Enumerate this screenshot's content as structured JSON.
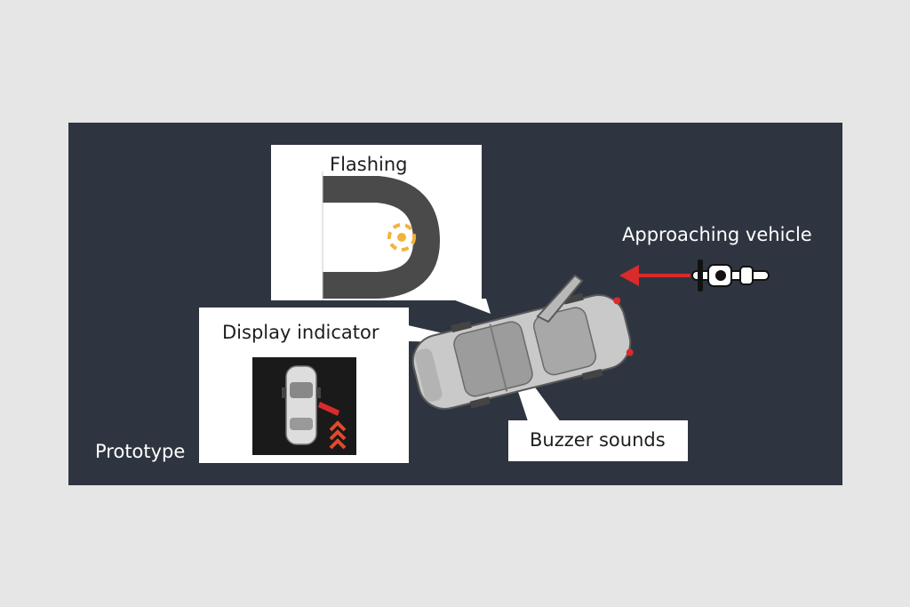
{
  "labels": {
    "flashing": "Flashing",
    "approaching_vehicle": "Approaching vehicle",
    "display_indicator": "Display indicator",
    "buzzer_sounds": "Buzzer sounds",
    "prototype": "Prototype"
  },
  "colors": {
    "page_background": "#e6e6e6",
    "scene_background": "#2f3540",
    "warning_arrow": "#d92b2b",
    "flash_highlight": "#f2b33d",
    "car_body": "#c9c9c9"
  },
  "icons": {
    "motorcycle": "motorcycle-icon",
    "car": "car-top-view-icon",
    "arrow": "left-arrow-icon"
  }
}
